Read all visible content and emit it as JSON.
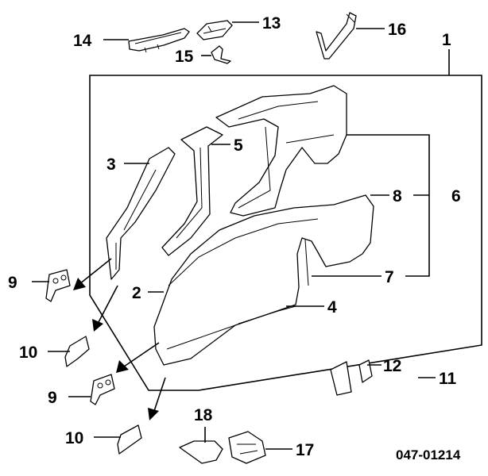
{
  "diagram": {
    "callouts": [
      {
        "id": "c1",
        "label": "1"
      },
      {
        "id": "c2",
        "label": "2"
      },
      {
        "id": "c3",
        "label": "3"
      },
      {
        "id": "c4",
        "label": "4"
      },
      {
        "id": "c5",
        "label": "5"
      },
      {
        "id": "c6",
        "label": "6"
      },
      {
        "id": "c7",
        "label": "7"
      },
      {
        "id": "c8",
        "label": "8"
      },
      {
        "id": "c9a",
        "label": "9"
      },
      {
        "id": "c9b",
        "label": "9"
      },
      {
        "id": "c10a",
        "label": "10"
      },
      {
        "id": "c10b",
        "label": "10"
      },
      {
        "id": "c11",
        "label": "11"
      },
      {
        "id": "c12",
        "label": "12"
      },
      {
        "id": "c13",
        "label": "13"
      },
      {
        "id": "c14",
        "label": "14"
      },
      {
        "id": "c15",
        "label": "15"
      },
      {
        "id": "c16",
        "label": "16"
      },
      {
        "id": "c17",
        "label": "17"
      },
      {
        "id": "c18",
        "label": "18"
      }
    ],
    "figure_code": "047-01214",
    "colors": {
      "ink": "#000000",
      "paper": "#ffffff"
    }
  }
}
